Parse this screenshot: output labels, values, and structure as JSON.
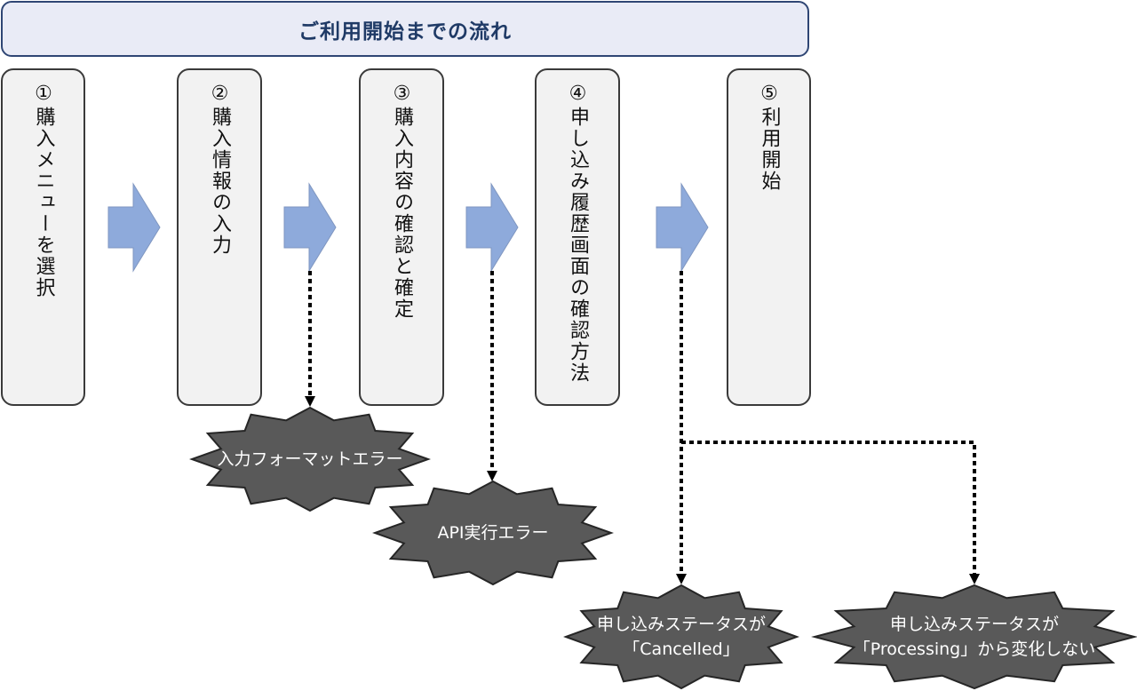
{
  "header": {
    "title": "ご利用開始までの流れ"
  },
  "steps": [
    {
      "label": "①購入メニューを選択"
    },
    {
      "label": "②購入情報の入力"
    },
    {
      "label": "③購入内容の確認と確定"
    },
    {
      "label": "④申し込み履歴画面の確認方法"
    },
    {
      "label": "⑤利用開始"
    }
  ],
  "errors": [
    {
      "line1": "入力フォーマットエラー",
      "line2": ""
    },
    {
      "line1": "API実行エラー",
      "line2": ""
    },
    {
      "line1": "申し込みステータスが",
      "line2": "「Cancelled」"
    },
    {
      "line1": "申し込みステータスが",
      "line2": "「Processing」から変化しない"
    }
  ],
  "colors": {
    "header_bg": "#e9ebf6",
    "header_text": "#1f3a66",
    "step_bg": "#f2f2f2",
    "arrow_fill": "#8eaadb",
    "error_fill": "#595959"
  }
}
